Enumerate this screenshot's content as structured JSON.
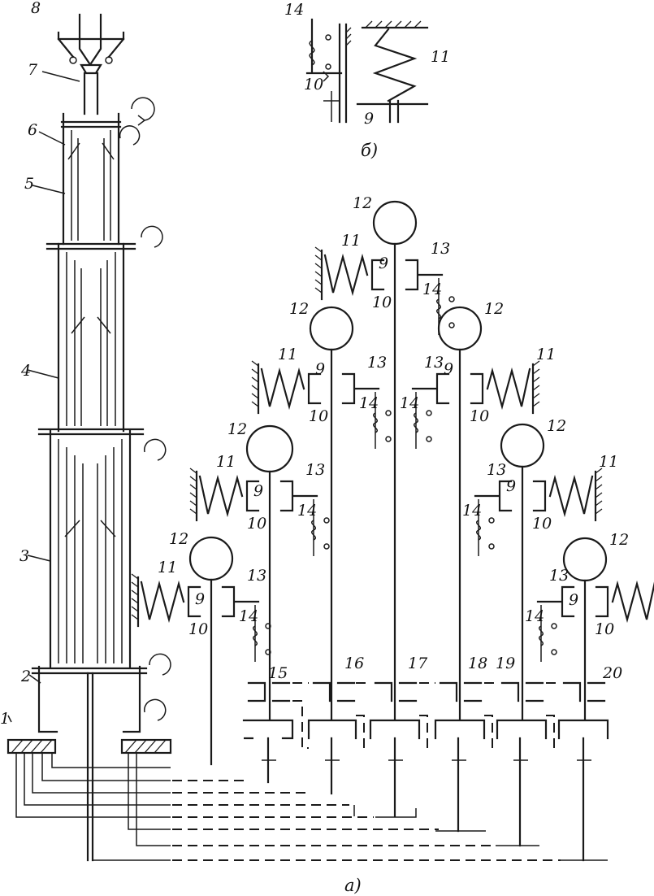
{
  "captions": {
    "main": "a)",
    "inset": "б)"
  },
  "spindle_labels": [
    "1",
    "2",
    "3",
    "4",
    "5",
    "6",
    "7",
    "8"
  ],
  "inset_labels": [
    "14",
    "10",
    "11",
    "9"
  ],
  "part_labels": {
    "p12": "12",
    "p11": "11",
    "p10": "10",
    "p13": "13",
    "p14": "14",
    "p9": "9"
  },
  "clutch_labels": [
    "15",
    "16",
    "17",
    "18",
    "19",
    "20"
  ],
  "colors": {
    "ink": "#1a1a1a",
    "background": "#ffffff"
  }
}
